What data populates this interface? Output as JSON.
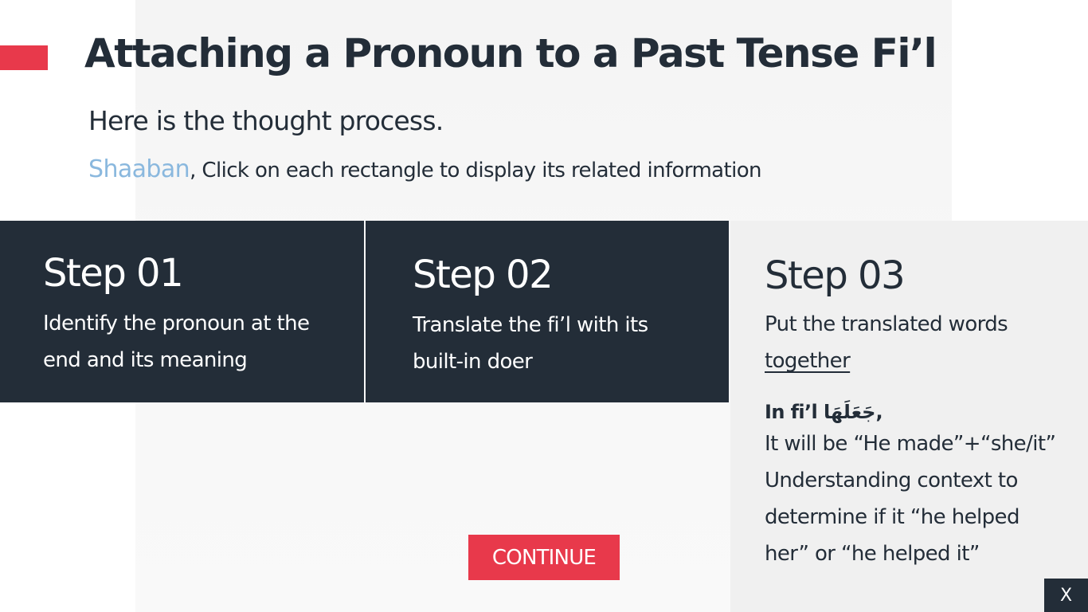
{
  "header": {
    "title": "Attaching a Pronoun to a Past Tense Fi’l",
    "subtitle": "Here is the thought process.",
    "instruction": {
      "user_name": "Shaaban",
      "text": ", Click on each rectangle to display its related information"
    }
  },
  "steps": [
    {
      "heading": "Step 01",
      "lines": [
        "Identify the pronoun at the",
        "end and its meaning"
      ]
    },
    {
      "heading": "Step 02",
      "lines": [
        "Translate the fi’l with its",
        "built-in doer"
      ]
    },
    {
      "heading": "Step 03",
      "lines": [
        "Put the translated words",
        "together"
      ],
      "example_label": "In fi’l جَعَلَهَا,",
      "example_lines": [
        "It will be “He made”+“she/it”",
        "Understanding context to",
        "determine if it “he helped",
        "her” or “he helped it”"
      ]
    }
  ],
  "buttons": {
    "continue_label": "CONTINUE",
    "close_label": "X"
  },
  "colors": {
    "accent": "#e8394b",
    "dark": "#232d38",
    "name_highlight": "#8ab8de",
    "panel_light": "#f0f0f0"
  }
}
